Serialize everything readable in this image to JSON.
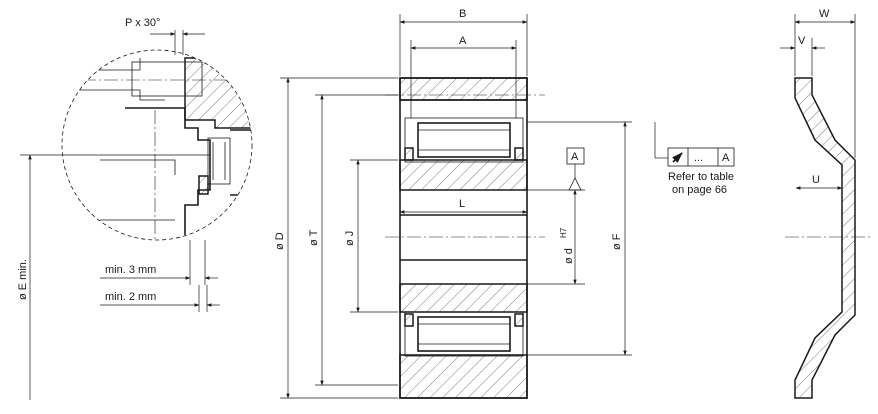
{
  "labels": {
    "p_chamfer": "P x 30°",
    "e_min": "ø E min.",
    "min_3mm": "min. 3 mm",
    "min_2mm": "min. 2 mm",
    "b": "B",
    "a": "A",
    "d": "ø D",
    "t": "ø T",
    "j": "ø J",
    "l": "L",
    "d_tol": "ø d",
    "h7": "H7",
    "f": "ø F",
    "datum": "A",
    "fcf_dots": "...",
    "fcf_datum": "A",
    "refer_line1": "Refer to table",
    "refer_line2": "on page 66",
    "w": "W",
    "v": "V",
    "u": "U"
  }
}
